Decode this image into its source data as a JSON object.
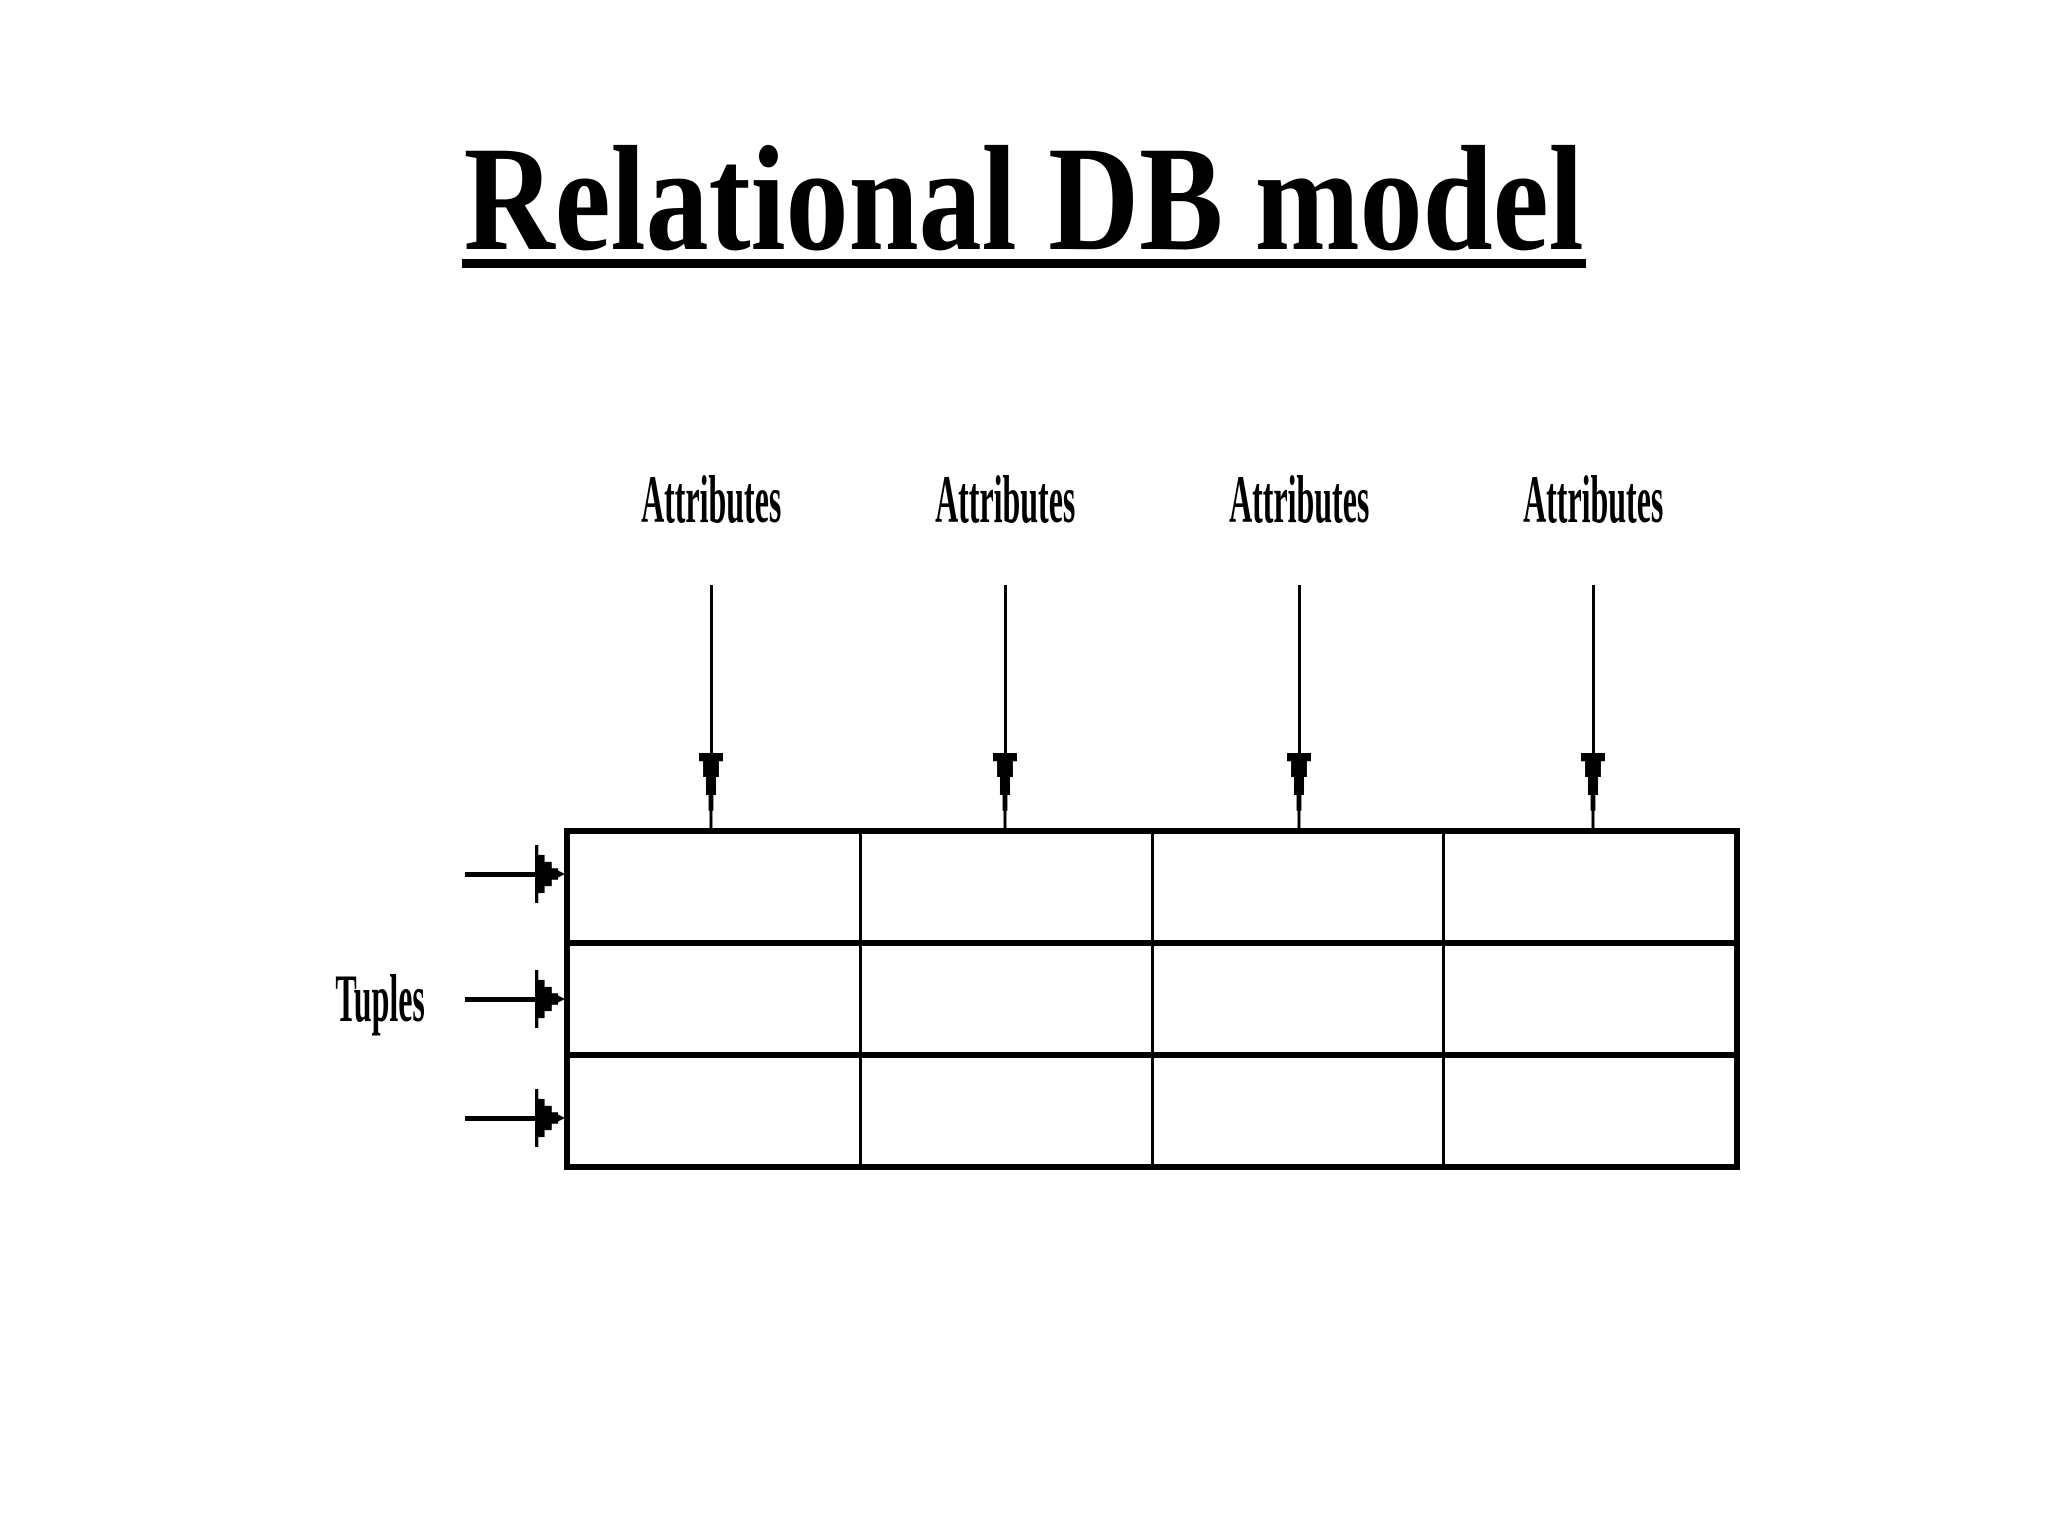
{
  "slide": {
    "background_color": "#ffffff",
    "ink_color": "#000000"
  },
  "title": {
    "text": "Relational DB model",
    "underlined": true
  },
  "diagram": {
    "attribute_labels": [
      "Attributes",
      "Attributes",
      "Attributes",
      "Attributes"
    ],
    "tuples_label": "Tuples",
    "column_arrows_count": 4,
    "row_arrows_count": 3,
    "table": {
      "rows": 3,
      "columns": 4,
      "cells_empty": true
    }
  }
}
